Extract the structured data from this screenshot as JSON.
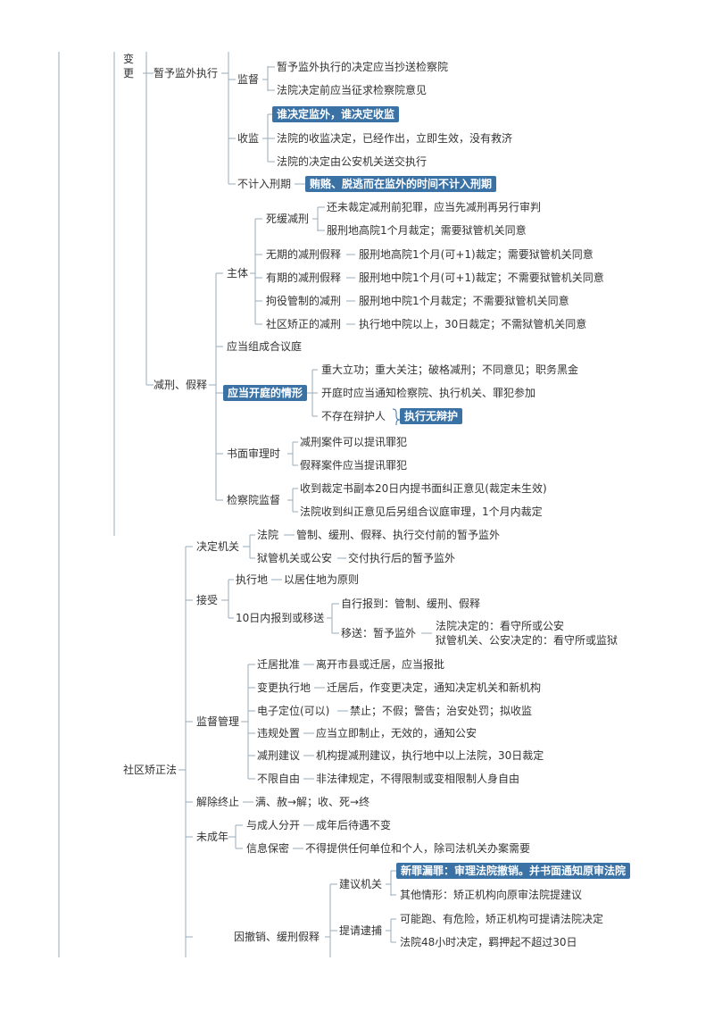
{
  "nodes": {
    "bian": "变",
    "geng": "更",
    "zanyu": "暂予监外执行",
    "jiandu": "监督",
    "jiandu1": "暂予监外执行的决定应当抄送检察院",
    "jiandu2": "法院决定前应当征求检察院意见",
    "shoujian": "收监",
    "shoujian_hl": "谁决定监外，谁决定收监",
    "shoujian2": "法院的收监决定，已经作出，立即生效，没有救济",
    "shoujian3": "法院的决定由公安机关送交执行",
    "bujiru": "不计入刑期",
    "bujiru_hl": "贿赂、脱逃而在监外的时间不计入刑期",
    "jianxing": "减刑、假释",
    "zhuti": "主体",
    "sihuan": "死缓减刑",
    "sihuan1": "还未裁定减刑前犯罪，应当先减刑再另行审判",
    "sihuan2": "服刑地高院1个月裁定；需要狱管机关同意",
    "wuqi": "无期的减刑假释",
    "wuqi1": "服刑地高院1个月(可+1)裁定；需要狱管机关同意",
    "youqi": "有期的减刑假释",
    "youqi1": "服刑地中院1个月(可+1)裁定；不需要狱管机关同意",
    "juyi": "拘役管制的减刑",
    "juyi1": "服刑地中院1个月裁定；不需要狱管机关同意",
    "shequ_jx": "社区矫正的减刑",
    "shequ_jx1": "执行地中院以上，30日裁定；不需狱管机关同意",
    "heyiting": "应当组成合议庭",
    "kaiting_hl": "应当开庭的情形",
    "kaiting1": "重大立功；重大关注；破格减刑；不同意见；职务黑金",
    "kaiting2": "开庭时应当通知检察院、执行机关、罪犯参加",
    "kaiting3": "不存在辩护人",
    "kaiting3_hl": "执行无辩护",
    "shumian": "书面审理时",
    "shumian1": "减刑案件可以提讯罪犯",
    "shumian2": "假释案件应当提讯罪犯",
    "jcy": "检察院监督",
    "jcy1": "收到裁定书副本20日内提书面纠正意见(裁定未生效)",
    "jcy2": "法院收到纠正意见后另组合议庭审理，1个月内裁定",
    "shequ": "社区矫正法",
    "juedingjiguan": "决定机关",
    "fayuan": "法院",
    "fayuan1": "管制、缓刑、假释、执行交付前的暂予监外",
    "yuguan": "狱管机关或公安",
    "yuguan1": "交付执行后的暂予监外",
    "jieshou": "接受",
    "zhixingdi": "执行地",
    "zhixingdi1": "以居住地为原则",
    "shiri": "10日内报到或移送",
    "ziXing": "自行报到：管制、缓刑、假释",
    "yisong": "移送：暂予监外",
    "yisong1": "法院决定的：看守所或公安",
    "yisong2": "狱管机关、公安决定的：看守所或监狱",
    "jianduguanli": "监督管理",
    "qianju": "迁居批准",
    "qianju1": "离开市县或迁居，应当报批",
    "biangeng": "变更执行地",
    "biangeng1": "迁居后，作变更决定，通知决定机关和新机构",
    "dingwei": "电子定位(可以)",
    "dingwei1": "禁止；不假；警告；治安处罚；拟收监",
    "weigui": "违规处置",
    "weigui1": "应当立即制止，无效的，通知公安",
    "jianxingjy": "减刑建议",
    "jianxingjy1": "机构提减刑建议，执行地中以上法院，30日裁定",
    "buxian": "不限自由",
    "buxian1": "非法律规定，不得限制或变相限制人身自由",
    "jiechu": "解除终止",
    "jiechu1": "满、赦→解；收、死→终",
    "weichengnian": "未成年",
    "yuchengren": "与成人分开",
    "yuchengren1": "成年后待遇不变",
    "xinxi": "信息保密",
    "xinxi1": "不得提供任何单位和个人，除司法机关办案需要",
    "chexiao": "因撤销、缓刑假释",
    "jianyi": "建议机关",
    "jianyi_hl": "新罪漏罪：审理法院撤销。并书面通知原审法院",
    "jianyi2": "其他情形：矫正机构向原审法院提建议",
    "tiqing": "提请逮捕",
    "tiqing1": "可能跑、有危险，矫正机构可提请法院决定",
    "tiqing2": "法院48小时决定，羁押起不超过30日"
  },
  "colors": {
    "highlight_bg": "#3a72a6",
    "highlight_text": "#ffffff",
    "line": "#9aaab8",
    "text": "#333333"
  }
}
